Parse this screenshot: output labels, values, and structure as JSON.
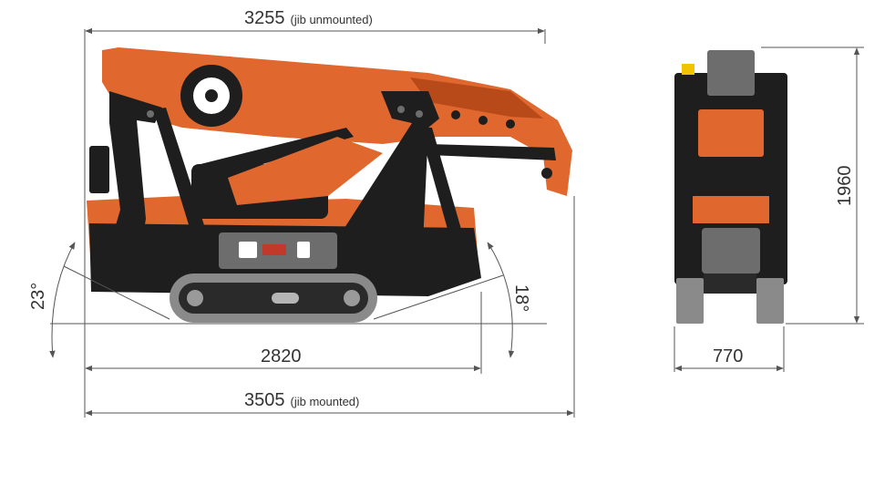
{
  "diagram": {
    "colors": {
      "machine_orange": "#e0672e",
      "machine_orange_dark": "#b84a1a",
      "machine_black": "#1e1e1e",
      "machine_grey": "#6d6d6d",
      "track_grey": "#8a8a8a",
      "accent_yellow": "#f2c400",
      "dimension_line": "#555555",
      "text": "#333333"
    },
    "side_view": {
      "top_dimension": {
        "value": "3255",
        "note": "(jib unmounted)"
      },
      "base_dimension": {
        "value": "2820"
      },
      "bottom_dimension": {
        "value": "3505",
        "note": "(jib mounted)"
      },
      "left_angle": "23°",
      "right_angle": "18°"
    },
    "front_view": {
      "height_dimension": {
        "value": "1960"
      },
      "width_dimension": {
        "value": "770"
      }
    }
  }
}
